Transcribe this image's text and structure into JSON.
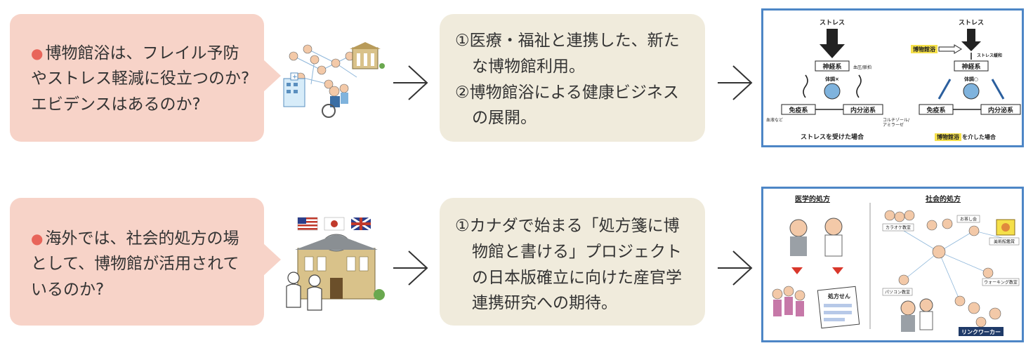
{
  "rows": [
    {
      "question": "博物館浴は、フレイル予防やストレス軽減に役立つのか?エビデンスはあるのか?",
      "answers": [
        "①医療・福祉と連携した、新たな博物館利用。",
        "②博物館浴による健康ビジネスの展開。"
      ],
      "panel": {
        "left_stress": "ストレス",
        "right_stress": "ストレス",
        "left_nerve": "神経系",
        "right_nerve": "神経系",
        "bp": "血圧/脈拍",
        "condition_bad": "体調×",
        "condition_good": "体調○",
        "immune_left": "免疫系",
        "endocrine_left": "内分泌系",
        "immune_right": "免疫系",
        "endocrine_right": "内分泌系",
        "blood": "血液など",
        "cortisol1": "コルチゾール/",
        "cortisol2": "アミラーゼ",
        "museum_bath": "博物館浴",
        "stress_relief": "ストレス緩和",
        "caption_left": "ストレスを受けた場合",
        "caption_right_hl": "博物館浴",
        "caption_right_rest": "を介した場合"
      }
    },
    {
      "question": "海外では、社会的処方の場として、博物館が活用されているのか?",
      "answers": [
        "①カナダで始まる「処方箋に博物館と書ける」プロジェクトの日本版確立に向けた産官学連携研究への期待。"
      ],
      "panel": {
        "left_title": "医学的処方",
        "right_title": "社会的処方",
        "prescription": "処方せん",
        "karaoke": "カラオケ教室",
        "tea": "お茶し会",
        "art": "美術館鑑賞",
        "pc": "パソコン教室",
        "walking": "ウォーキング教室",
        "link_worker": "リンクワーカー"
      }
    }
  ],
  "colors": {
    "question_bg": "#f7d3c8",
    "answer_bg": "#f0ebdc",
    "bullet": "#e8655a",
    "panel_border": "#4d86c6",
    "highlight": "#f5e04a"
  }
}
